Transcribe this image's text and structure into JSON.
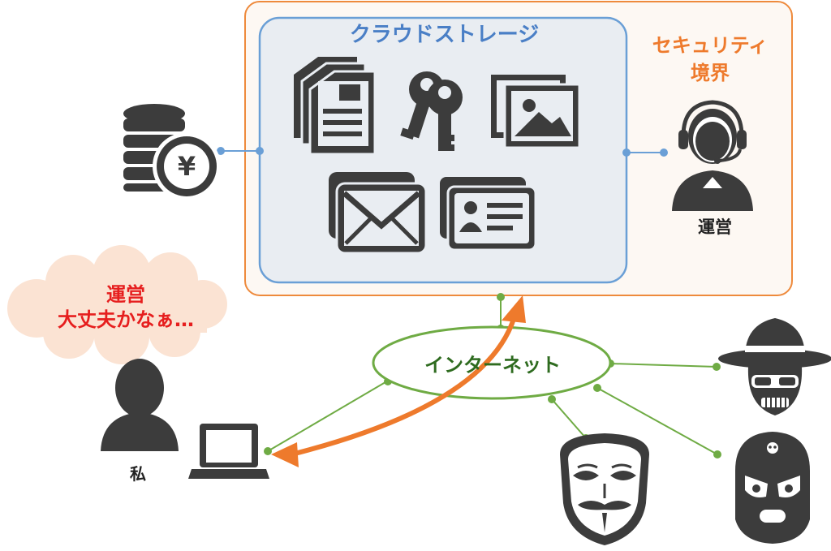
{
  "cloud_storage": {
    "title": "クラウドストレージ"
  },
  "security_boundary": {
    "line1": "セキュリティ",
    "line2": "境界"
  },
  "operator": {
    "label": "運営"
  },
  "me": {
    "label": "私"
  },
  "thought": {
    "line1": "運営",
    "line2": "大丈夫かなぁ…"
  },
  "internet": {
    "label": "インターネット"
  },
  "colors": {
    "boundary": "#ee8a3c",
    "cloud_border": "#6a9fd6",
    "cloud_fill": "#e9edf2",
    "network": "#6fab44",
    "arrow": "#ee7a2c",
    "icon": "#3c3c3c",
    "thought_bubble": "#fbe3d3",
    "alert_text": "#e61e1e"
  },
  "icons": [
    "coins-yen-icon",
    "documents-icon",
    "keys-icon",
    "images-icon",
    "envelope-icon",
    "id-cards-icon",
    "operator-headset-icon",
    "user-icon",
    "laptop-icon",
    "hacker-hat-icon",
    "anonymous-mask-icon",
    "wrestler-mask-icon"
  ]
}
